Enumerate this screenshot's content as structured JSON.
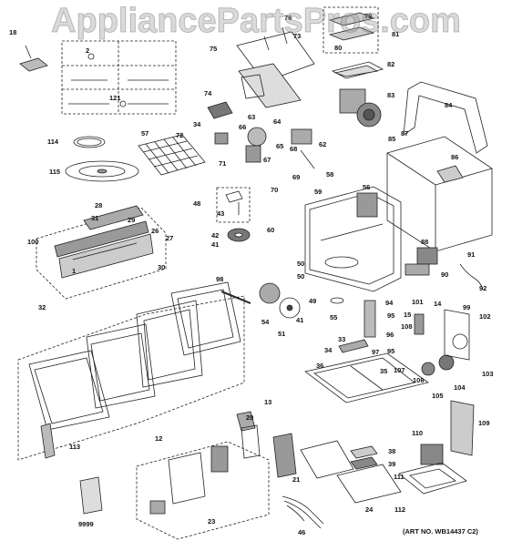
{
  "watermark": "AppliancePartsPros.com",
  "art_number": "(ART NO. WB14437 C2)",
  "callouts": [
    {
      "id": "c18",
      "text": "18"
    },
    {
      "id": "c2",
      "text": "2"
    },
    {
      "id": "c121",
      "text": "121"
    },
    {
      "id": "c114",
      "text": "114"
    },
    {
      "id": "c115",
      "text": "115"
    },
    {
      "id": "c57",
      "text": "57"
    },
    {
      "id": "c72",
      "text": "72"
    },
    {
      "id": "c71",
      "text": "71"
    },
    {
      "id": "c34a",
      "text": "34"
    },
    {
      "id": "c74",
      "text": "74"
    },
    {
      "id": "c75",
      "text": "75"
    },
    {
      "id": "c76",
      "text": "76"
    },
    {
      "id": "c73",
      "text": "73"
    },
    {
      "id": "c79",
      "text": "79"
    },
    {
      "id": "c80",
      "text": "80"
    },
    {
      "id": "c81",
      "text": "81"
    },
    {
      "id": "c82",
      "text": "82"
    },
    {
      "id": "c83",
      "text": "83"
    },
    {
      "id": "c84",
      "text": "84"
    },
    {
      "id": "c63",
      "text": "63"
    },
    {
      "id": "c64",
      "text": "64"
    },
    {
      "id": "c65",
      "text": "65"
    },
    {
      "id": "c66",
      "text": "66"
    },
    {
      "id": "c62",
      "text": "62"
    },
    {
      "id": "c68",
      "text": "68"
    },
    {
      "id": "c67",
      "text": "67"
    },
    {
      "id": "c69",
      "text": "69"
    },
    {
      "id": "c70",
      "text": "70"
    },
    {
      "id": "c85",
      "text": "85"
    },
    {
      "id": "c87",
      "text": "87"
    },
    {
      "id": "c86",
      "text": "86"
    },
    {
      "id": "c48",
      "text": "48"
    },
    {
      "id": "c43",
      "text": "43"
    },
    {
      "id": "c58",
      "text": "58"
    },
    {
      "id": "c59",
      "text": "59"
    },
    {
      "id": "c56",
      "text": "56"
    },
    {
      "id": "c60",
      "text": "60"
    },
    {
      "id": "c42",
      "text": "42"
    },
    {
      "id": "c41a",
      "text": "41"
    },
    {
      "id": "c28",
      "text": "28"
    },
    {
      "id": "c31",
      "text": "31"
    },
    {
      "id": "c29",
      "text": "29"
    },
    {
      "id": "c26",
      "text": "26"
    },
    {
      "id": "c27",
      "text": "27"
    },
    {
      "id": "c100",
      "text": "100"
    },
    {
      "id": "c30",
      "text": "30"
    },
    {
      "id": "c1",
      "text": "1"
    },
    {
      "id": "c32",
      "text": "32"
    },
    {
      "id": "c88",
      "text": "88"
    },
    {
      "id": "c90",
      "text": "90"
    },
    {
      "id": "c91",
      "text": "91"
    },
    {
      "id": "c92",
      "text": "92"
    },
    {
      "id": "c50a",
      "text": "50"
    },
    {
      "id": "c50b",
      "text": "50"
    },
    {
      "id": "c98",
      "text": "98"
    },
    {
      "id": "c54",
      "text": "54"
    },
    {
      "id": "c51",
      "text": "51"
    },
    {
      "id": "c41b",
      "text": "41"
    },
    {
      "id": "c49",
      "text": "49"
    },
    {
      "id": "c55",
      "text": "55"
    },
    {
      "id": "c94",
      "text": "94"
    },
    {
      "id": "c95a",
      "text": "95"
    },
    {
      "id": "c101",
      "text": "101"
    },
    {
      "id": "c14",
      "text": "14"
    },
    {
      "id": "c15",
      "text": "15"
    },
    {
      "id": "c99",
      "text": "99"
    },
    {
      "id": "c102",
      "text": "102"
    },
    {
      "id": "c96",
      "text": "96"
    },
    {
      "id": "c108",
      "text": "108"
    },
    {
      "id": "c97",
      "text": "97"
    },
    {
      "id": "c95b",
      "text": "95"
    },
    {
      "id": "c33",
      "text": "33"
    },
    {
      "id": "c34b",
      "text": "34"
    },
    {
      "id": "c36",
      "text": "36"
    },
    {
      "id": "c35",
      "text": "35"
    },
    {
      "id": "c107",
      "text": "107"
    },
    {
      "id": "c106",
      "text": "106"
    },
    {
      "id": "c103",
      "text": "103"
    },
    {
      "id": "c104",
      "text": "104"
    },
    {
      "id": "c105",
      "text": "105"
    },
    {
      "id": "c12",
      "text": "12"
    },
    {
      "id": "c113",
      "text": "113"
    },
    {
      "id": "c13",
      "text": "13"
    },
    {
      "id": "c20",
      "text": "20"
    },
    {
      "id": "c21",
      "text": "21"
    },
    {
      "id": "c109",
      "text": "109"
    },
    {
      "id": "c110",
      "text": "110"
    },
    {
      "id": "c38",
      "text": "38"
    },
    {
      "id": "c39",
      "text": "39"
    },
    {
      "id": "c111",
      "text": "111"
    },
    {
      "id": "c112",
      "text": "112"
    },
    {
      "id": "c24",
      "text": "24"
    },
    {
      "id": "c23",
      "text": "23"
    },
    {
      "id": "c46",
      "text": "46"
    },
    {
      "id": "c9999",
      "text": "9999"
    }
  ]
}
